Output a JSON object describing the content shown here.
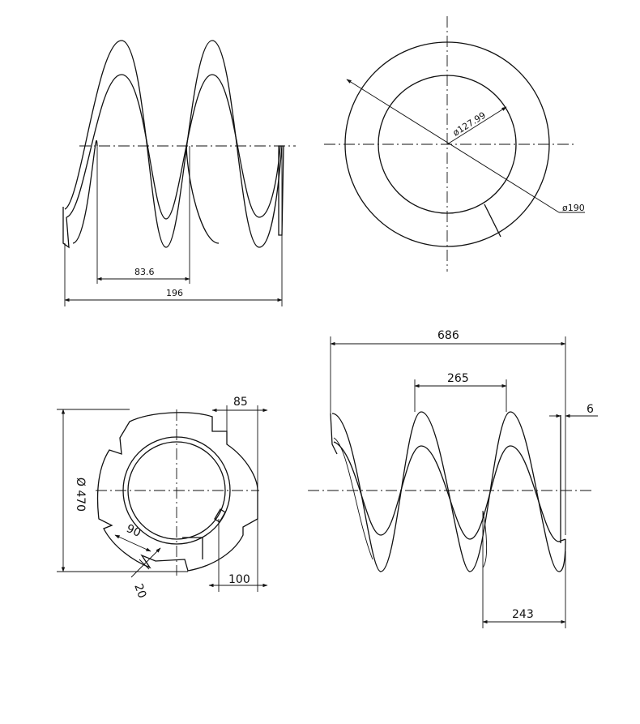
{
  "colors": {
    "line": "#111111",
    "background": "#ffffff"
  },
  "views": {
    "spring_side_small": {
      "dims": {
        "pitch": "83.6",
        "length": "196"
      }
    },
    "spring_end_small": {
      "dims": {
        "inner_diameter": "ø127.99",
        "outer_diameter": "ø190"
      }
    },
    "spring_end_large": {
      "dims": {
        "top_width": "85",
        "outer_diameter": "Ø 470",
        "slot_width": "90",
        "slot_depth": "20",
        "bottom_width": "100"
      }
    },
    "spring_side_large": {
      "dims": {
        "length": "686",
        "pitch": "265",
        "end_gap": "6",
        "end_pitch": "243"
      }
    }
  }
}
